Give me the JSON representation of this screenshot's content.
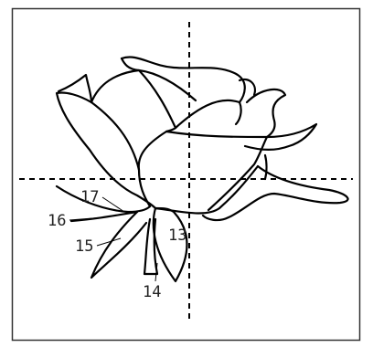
{
  "figure": {
    "reference_numerals": [
      "13",
      "14",
      "15",
      "16",
      "17"
    ],
    "line_color": "#000000",
    "background": "#ffffff"
  }
}
